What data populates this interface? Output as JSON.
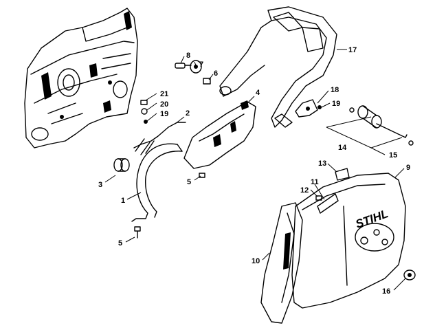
{
  "callouts": [
    {
      "id": "1",
      "label": "1"
    },
    {
      "id": "2",
      "label": "2"
    },
    {
      "id": "3",
      "label": "3"
    },
    {
      "id": "4",
      "label": "4"
    },
    {
      "id": "5a",
      "label": "5"
    },
    {
      "id": "5b",
      "label": "5"
    },
    {
      "id": "6",
      "label": "6"
    },
    {
      "id": "7",
      "label": "7"
    },
    {
      "id": "8",
      "label": "8"
    },
    {
      "id": "9",
      "label": "9"
    },
    {
      "id": "10",
      "label": "10"
    },
    {
      "id": "11",
      "label": "11"
    },
    {
      "id": "12",
      "label": "12"
    },
    {
      "id": "13",
      "label": "13"
    },
    {
      "id": "14",
      "label": "14"
    },
    {
      "id": "15",
      "label": "15"
    },
    {
      "id": "16",
      "label": "16"
    },
    {
      "id": "17",
      "label": "17"
    },
    {
      "id": "18",
      "label": "18"
    },
    {
      "id": "19a",
      "label": "19"
    },
    {
      "id": "19b",
      "label": "19"
    },
    {
      "id": "20",
      "label": "20"
    },
    {
      "id": "21",
      "label": "21"
    }
  ],
  "brand_mark": "STIHL"
}
